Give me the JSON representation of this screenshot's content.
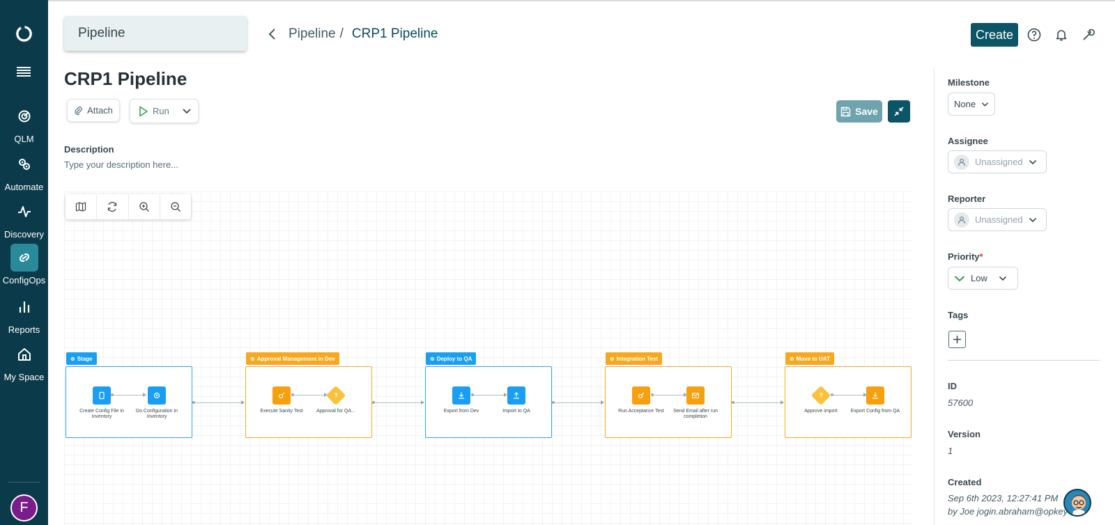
{
  "sidebar": {
    "items": [
      {
        "label": "QLM",
        "icon": "target-icon"
      },
      {
        "label": "Automate",
        "icon": "gears-icon"
      },
      {
        "label": "Discovery",
        "icon": "pulse-icon"
      },
      {
        "label": "ConfigOps",
        "icon": "link-icon"
      },
      {
        "label": "Reports",
        "icon": "bar-chart-icon"
      },
      {
        "label": "My Space",
        "icon": "home-icon"
      }
    ],
    "active": "ConfigOps",
    "user_initial": "F"
  },
  "header": {
    "module": "Pipeline",
    "breadcrumb": [
      "Pipeline",
      "/",
      "CRP1 Pipeline"
    ],
    "create_label": "Create"
  },
  "page": {
    "title": "CRP1 Pipeline",
    "attach_label": "Attach",
    "run_label": "Run",
    "save_label": "Save",
    "description_label": "Description",
    "description_placeholder": "Type your description here..."
  },
  "pipeline": {
    "stages": [
      {
        "name": "Stage",
        "color": "blue",
        "steps": [
          {
            "label": "Create Config File in Inventory",
            "icon": "file-icon",
            "kind": "blue"
          },
          {
            "label": "Do Configuration in Inventory",
            "icon": "config-icon",
            "kind": "blue"
          }
        ]
      },
      {
        "name": "Approval Management in Dev",
        "color": "orange",
        "steps": [
          {
            "label": "Execute Sanity Test",
            "icon": "test-icon",
            "kind": "orange"
          },
          {
            "label": "Approval for QA...",
            "icon": "question-icon",
            "kind": "diamond"
          }
        ]
      },
      {
        "name": "Deploy to QA",
        "color": "blue",
        "steps": [
          {
            "label": "Export from Dev",
            "icon": "download-icon",
            "kind": "blue"
          },
          {
            "label": "Import to QA",
            "icon": "upload-icon",
            "kind": "blue"
          }
        ]
      },
      {
        "name": "Integration Test",
        "color": "orange",
        "steps": [
          {
            "label": "Run Acceptance Test",
            "icon": "test-icon",
            "kind": "orange"
          },
          {
            "label": "Send Email after run completion",
            "icon": "mail-icon",
            "kind": "orange"
          }
        ]
      },
      {
        "name": "Move to UAT",
        "color": "orange",
        "steps": [
          {
            "label": "Approve import",
            "icon": "question-icon",
            "kind": "diamond"
          },
          {
            "label": "Export Config from QA",
            "icon": "download-icon",
            "kind": "orange"
          }
        ]
      }
    ]
  },
  "details": {
    "milestone_label": "Milestone",
    "milestone_value": "None",
    "assignee_label": "Assignee",
    "assignee_value": "Unassigned",
    "reporter_label": "Reporter",
    "reporter_value": "Unassigned",
    "priority_label": "Priority",
    "priority_required": "*",
    "priority_value": "Low",
    "tags_label": "Tags",
    "id_label": "ID",
    "id_value": "57600",
    "version_label": "Version",
    "version_value": "1",
    "created_label": "Created",
    "created_date": "Sep 6th 2023, 12:27:41 PM",
    "created_by": "by Joe jogin.abraham@opkey"
  },
  "colors": {
    "sidebar": "#0b3b4a",
    "primary": "#0b5566",
    "stage_blue": "#1aa0f0",
    "stage_orange": "#f6a81e",
    "save_disabled": "#6fa3ad"
  }
}
